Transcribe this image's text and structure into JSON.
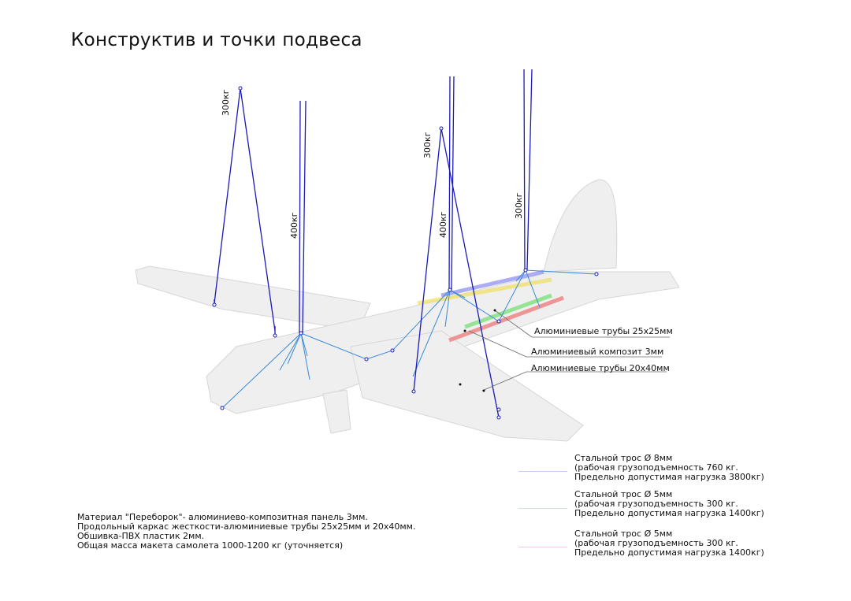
{
  "title": "Конструктив и точки подвеса",
  "loads": [
    "300кг",
    "400кг",
    "300кг",
    "400кг",
    "300кг"
  ],
  "callouts": [
    "Алюминиевые трубы 25x25мм",
    "Алюминиевый композит 3мм",
    "Алюминиевые трубы 20x40мм"
  ],
  "legend": [
    {
      "lines": [
        "Стальной трос  Ø 8мм",
        "(рабочая грузоподъемность 760 кг.",
        "Предельно допустимая нагрузка 3800кг)"
      ],
      "color": "#c8cdf5"
    },
    {
      "lines": [
        "Стальной трос  Ø 5мм",
        "(рабочая грузоподъемность 300 кг.",
        "Предельно допустимая нагрузка 1400кг)"
      ],
      "color": "#cfe8cf"
    },
    {
      "lines": [
        "Стальной трос  Ø 5мм",
        "(рабочая грузоподъемность 300 кг.",
        "Предельно допустимая нагрузка 1400кг)"
      ],
      "color": "#f3c8ee"
    }
  ],
  "notes": [
    "Материал \"Переборок\"- алюминиево-композитная панель 3мм.",
    "Продольный каркас жесткости-алюминиевые трубы 25x25мм и 20x40мм.",
    "Обшивка-ПВХ пластик 2мм.",
    "Общая масса макета самолета 1000-1200 кг (уточняется)"
  ],
  "colors": {
    "cable": "#1a1ab8",
    "sling": "#3a8ad8"
  }
}
